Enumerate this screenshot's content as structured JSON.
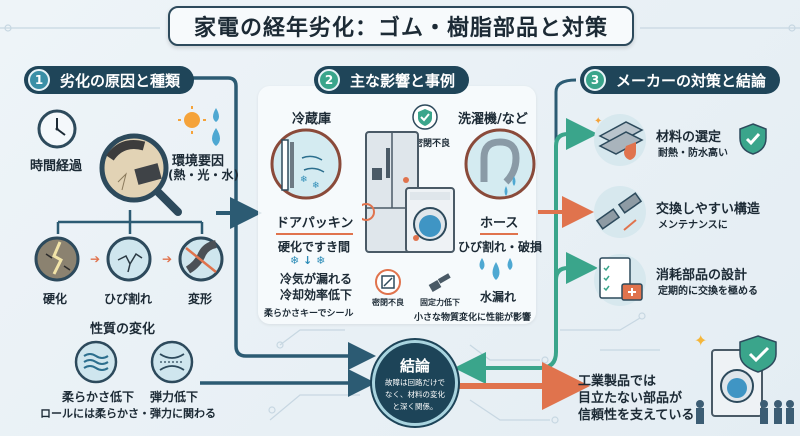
{
  "title": "家電の経年劣化：ゴム・樹脂部品と対策",
  "section1": {
    "number": "1",
    "heading": "劣化の原因と種類",
    "causes": {
      "time": "時間経過",
      "environment_line1": "環境要因",
      "environment_line2": "(熱・光・水)"
    },
    "types": [
      "硬化",
      "ひび割れ",
      "変形"
    ],
    "property_change": {
      "heading": "性質の変化",
      "items": [
        "柔らかさ低下",
        "弾力低下"
      ],
      "note": "ロールには柔らかさ・弾力に関わる"
    }
  },
  "section2": {
    "number": "2",
    "heading": "主な影響と事例",
    "fridge": {
      "title": "冷蔵庫",
      "part": "ドアパッキン",
      "effect1": "硬化ですき間",
      "effect2": "冷気が漏れる",
      "effect3": "冷却効率低下",
      "note": "柔らかさキーでシール"
    },
    "washer": {
      "title": "洗濯機/など",
      "part": "ホース",
      "effect1": "ひび割れ・破損",
      "effect2": "水漏れ"
    },
    "center_labels": {
      "seal_top": "密閉不良",
      "seal_bottom": "密閉不良",
      "fixing": "固定力低下"
    },
    "footer_note": "小さな物質変化に性能が影響"
  },
  "section3": {
    "number": "3",
    "heading": "メーカーの対策と結論",
    "measures": [
      {
        "title": "材料の選定",
        "desc": "耐熱・防水高い"
      },
      {
        "title": "交換しやすい構造",
        "desc": "メンテナンスに"
      },
      {
        "title": "消耗部品の設計",
        "desc": "定期的に交換を極める"
      }
    ]
  },
  "conclusion": {
    "heading": "結論",
    "body_line1": "故障は回路だけで",
    "body_line2": "なく、材料の変化",
    "body_line3": "と深く関係。"
  },
  "final_message": {
    "line1": "工業製品では",
    "line2": "目立たない部品が",
    "line3": "信頼性を支えている!"
  },
  "colors": {
    "navy": "#1f4559",
    "teal": "#3aa58b",
    "orange": "#e0734d",
    "light_blue": "#cfe6ee",
    "background": "#eaf1f6"
  }
}
